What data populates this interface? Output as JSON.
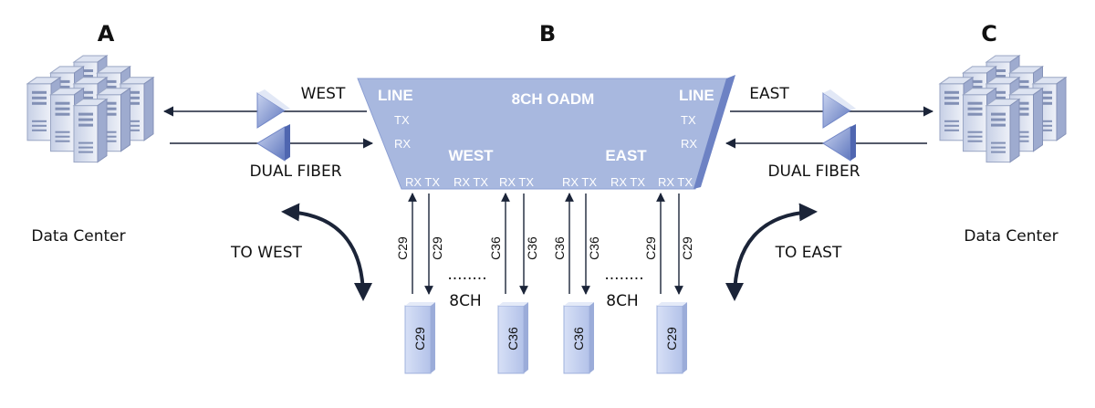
{
  "nodes": {
    "a": {
      "letter": "A",
      "caption": "Data Center"
    },
    "b": {
      "letter": "B"
    },
    "c": {
      "letter": "C",
      "caption": "Data Center"
    }
  },
  "oadm": {
    "title": "8CH OADM",
    "line_left": "LINE",
    "line_right": "LINE",
    "tx": "TX",
    "rx": "RX",
    "west": "WEST",
    "east": "EAST",
    "port_pairs": [
      "RX TX",
      "RX TX",
      "RX TX",
      "RX TX",
      "RX TX",
      "RX TX"
    ]
  },
  "links": {
    "west_label": "WEST",
    "east_label": "EAST",
    "west_fiber": "DUAL FIBER",
    "east_fiber": "DUAL FIBER",
    "to_west": "TO WEST",
    "to_east": "TO EAST"
  },
  "channels": [
    "C29",
    "C29",
    "C36",
    "C36",
    "C36",
    "C36",
    "C29",
    "C29"
  ],
  "groups": [
    {
      "dots": "........",
      "count": "8CH"
    },
    {
      "dots": "........",
      "count": "8CH"
    }
  ],
  "modules": [
    "C29",
    "C36",
    "C36",
    "C29"
  ],
  "colors": {
    "box": "#a8b8df",
    "box_edge": "#6d82c4",
    "module": "#c9d5f2",
    "arrow": "#1b2438"
  }
}
